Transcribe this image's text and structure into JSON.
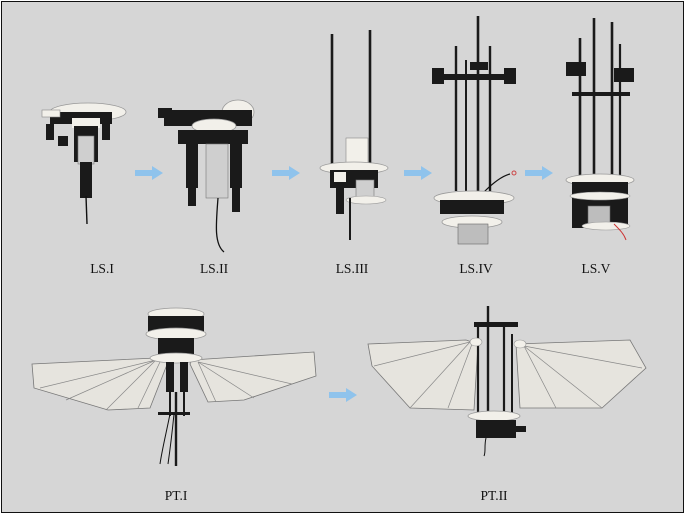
{
  "labels": {
    "ls1": "LS.I",
    "ls2": "LS.II",
    "ls3": "LS.III",
    "ls4": "LS.IV",
    "ls5": "LS.V",
    "pt1": "PT.I",
    "pt2": "PT.II"
  },
  "colors": {
    "background": "#d6d6d6",
    "arrow": "#8fc3ec",
    "part_dark": "#1a1a1a",
    "part_white": "#f2f0ea",
    "wing": "#e6e4de"
  }
}
